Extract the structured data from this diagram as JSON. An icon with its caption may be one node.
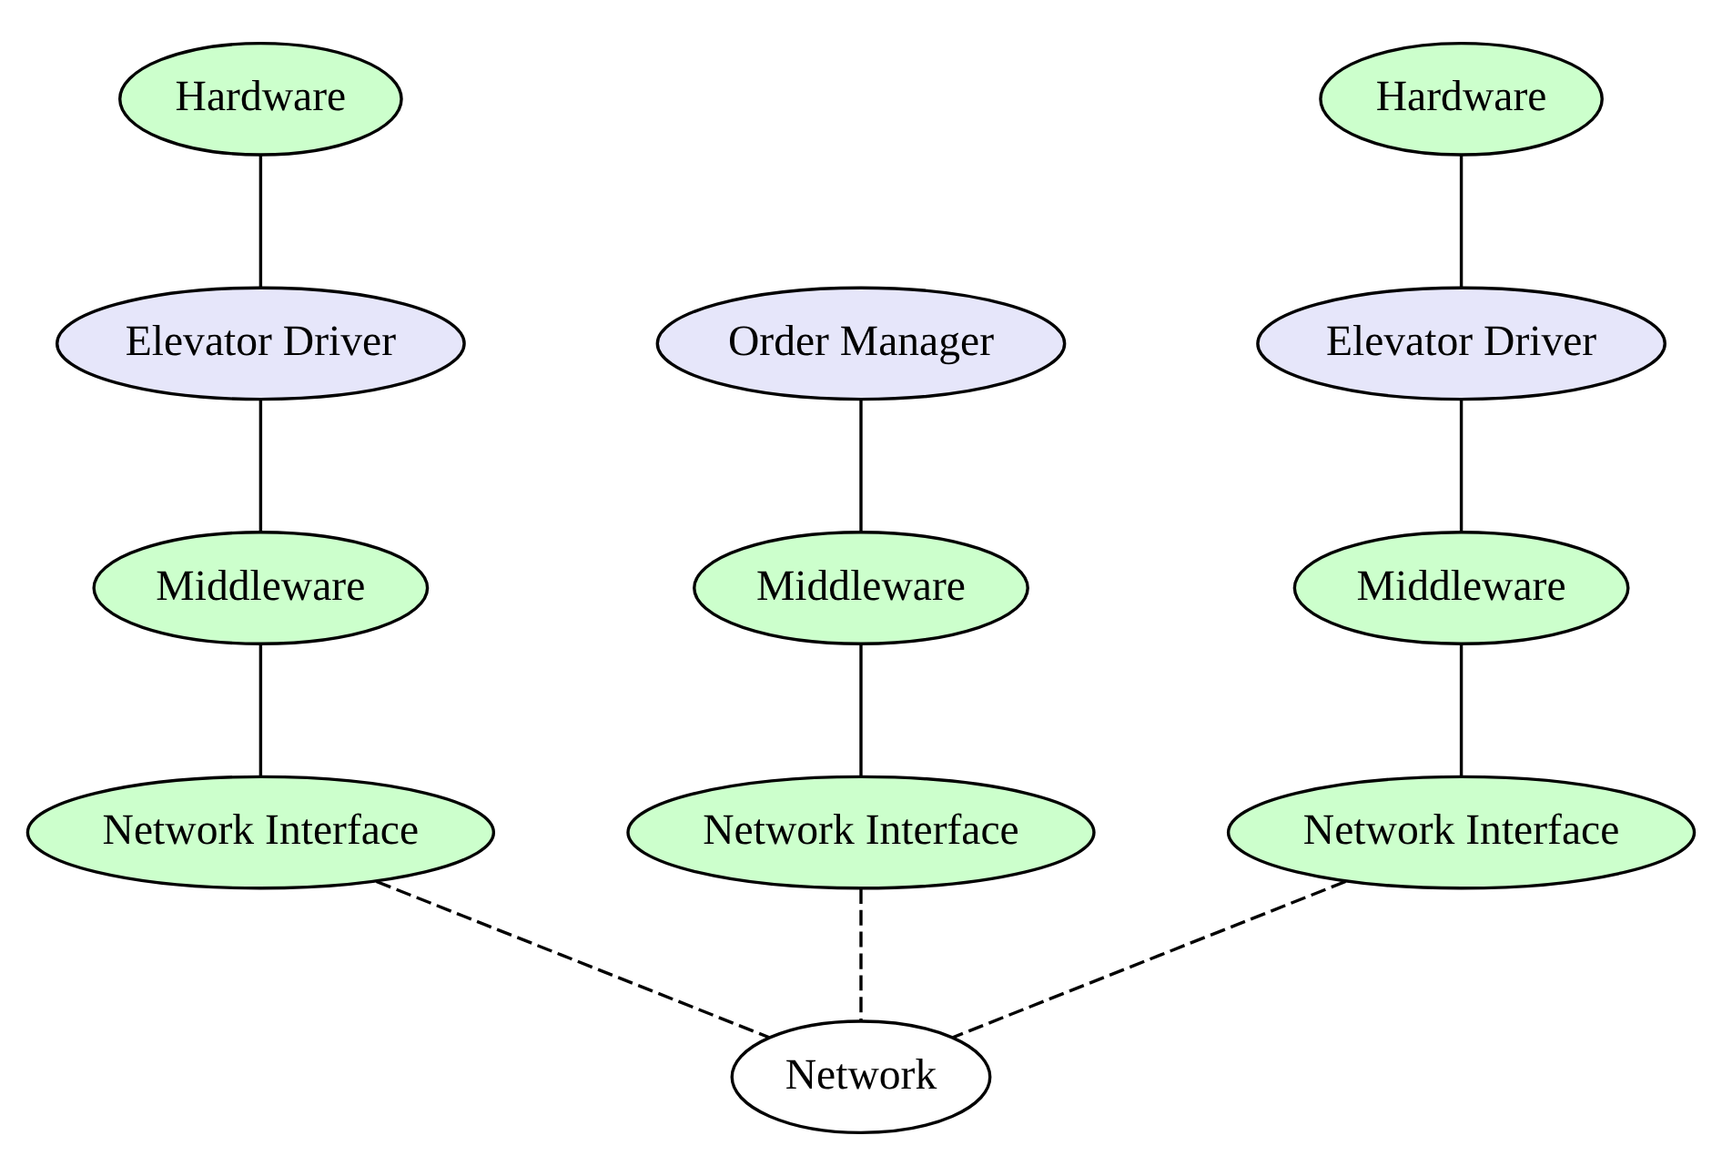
{
  "diagram": {
    "nodes": [
      {
        "text": [
          "Hardware"
        ]
      },
      {
        "text": [
          "Hardware"
        ]
      },
      {
        "text": [
          "Elevator Driver"
        ]
      },
      {
        "text": [
          "Order Manager"
        ]
      },
      {
        "text": [
          "Elevator Driver"
        ]
      },
      {
        "text": [
          "Middleware"
        ]
      },
      {
        "text": [
          "Middleware"
        ]
      },
      {
        "text": [
          "Middleware"
        ]
      },
      {
        "text": [
          "Network Interface"
        ]
      },
      {
        "text": [
          "Network Interface"
        ]
      },
      {
        "text": [
          "Network Interface"
        ]
      },
      {
        "text": [
          "Network"
        ]
      }
    ],
    "edges": [
      {
        "from": 0,
        "to": 2,
        "arrow": "none"
      },
      {
        "from": 1,
        "to": 4,
        "arrow": "none"
      },
      {
        "from": 2,
        "to": 5,
        "arrow": "none"
      },
      {
        "from": 3,
        "to": 6,
        "arrow": "none"
      },
      {
        "from": 4,
        "to": 7,
        "arrow": "none"
      },
      {
        "from": 5,
        "to": 8,
        "arrow": "none"
      },
      {
        "from": 6,
        "to": 9,
        "arrow": "none"
      },
      {
        "from": 7,
        "to": 10,
        "arrow": "none"
      },
      {
        "from": 8,
        "to": 11,
        "arrow": "none",
        "style": "dashed"
      },
      {
        "from": 9,
        "to": 11,
        "arrow": "none",
        "style": "dashed"
      },
      {
        "from": 10,
        "to": 11,
        "arrow": "none",
        "style": "dashed"
      }
    ]
  }
}
